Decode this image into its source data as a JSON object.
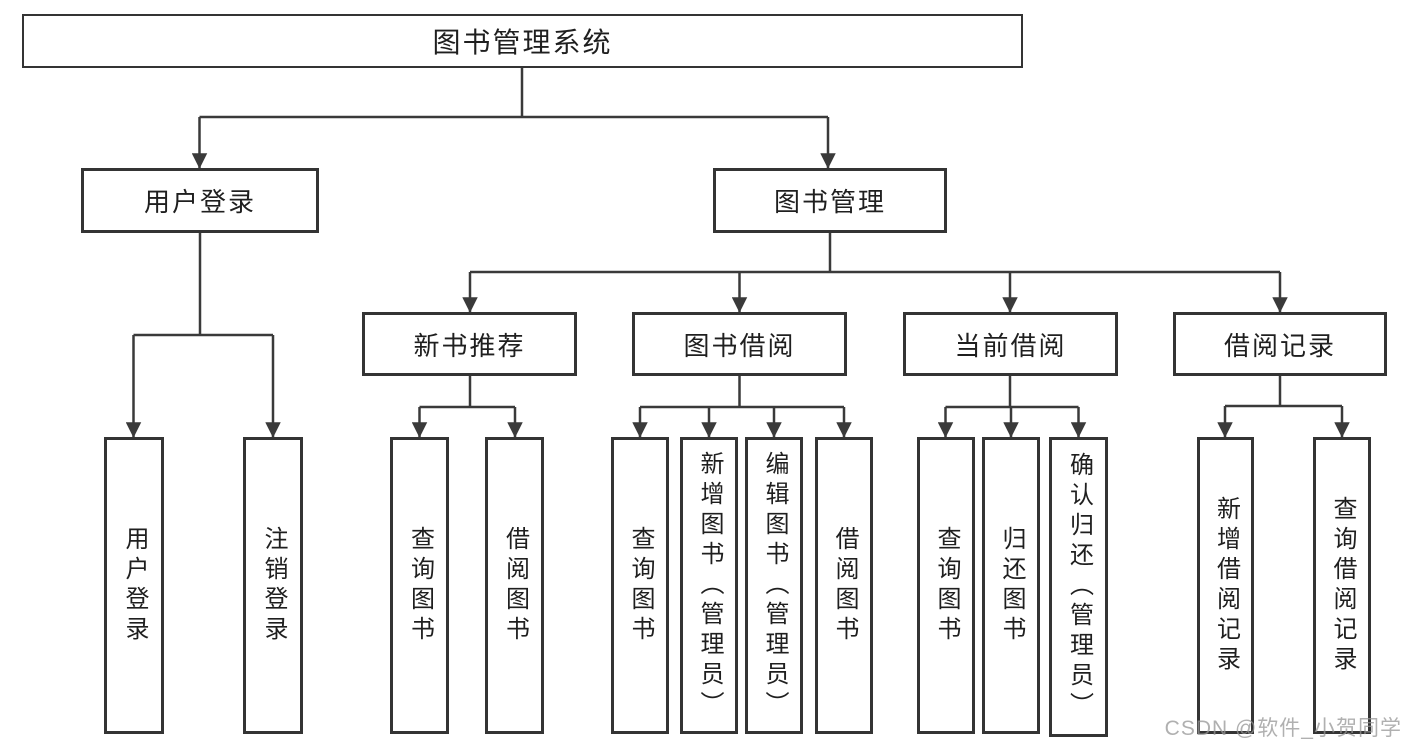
{
  "tree": {
    "root": {
      "label": "图书管理系统"
    },
    "branches": [
      {
        "label": "用户登录",
        "leaves": [
          {
            "label": "用户登录"
          },
          {
            "label": "注销登录"
          }
        ]
      },
      {
        "label": "图书管理",
        "groups": [
          {
            "label": "新书推荐",
            "leaves": [
              {
                "label": "查询图书"
              },
              {
                "label": "借阅图书"
              }
            ]
          },
          {
            "label": "图书借阅",
            "leaves": [
              {
                "label": "查询图书"
              },
              {
                "label": "新增图书（管理员）"
              },
              {
                "label": "编辑图书（管理员）"
              },
              {
                "label": "借阅图书"
              }
            ]
          },
          {
            "label": "当前借阅",
            "leaves": [
              {
                "label": "查询图书"
              },
              {
                "label": "归还图书"
              },
              {
                "label": "确认归还（管理员）"
              }
            ]
          },
          {
            "label": "借阅记录",
            "leaves": [
              {
                "label": "新增借阅记录"
              },
              {
                "label": "查询借阅记录"
              }
            ]
          }
        ]
      }
    ]
  },
  "watermark": {
    "text": "CSDN @软件_小贺同学"
  },
  "colors": {
    "line": "#3a3a3a",
    "border": "#343434",
    "text": "#1f1f1f",
    "watermark": "#969696",
    "background": "#ffffff"
  }
}
